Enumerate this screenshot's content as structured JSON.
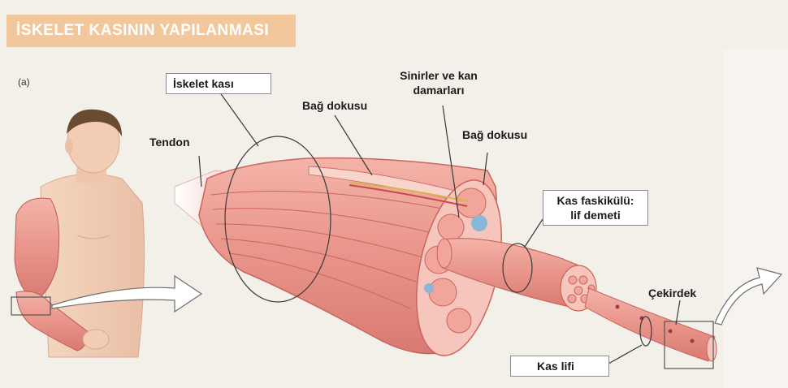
{
  "title": "İSKELET KASININ YAPILANMASI",
  "panel_letter": "(a)",
  "labels": {
    "iskelet_kasi": "İskelet kası",
    "tendon": "Tendon",
    "bag_dokusu_1": "Bağ dokusu",
    "sinirler_line1": "Sinirler ve kan",
    "sinirler_line2": "damarları",
    "bag_dokusu_2": "Bağ dokusu",
    "kas_faskikulu_line1": "Kas faskikülü:",
    "kas_faskikulu_line2": "lif demeti",
    "cekirdek": "Çekirdek",
    "kas_lifi": "Kas lifi"
  },
  "colors": {
    "banner": "#f2c79b",
    "background": "#f3efe9",
    "muscle": "#e9948a",
    "muscle_dark": "#c9655d",
    "skin": "#f2cdb4"
  }
}
